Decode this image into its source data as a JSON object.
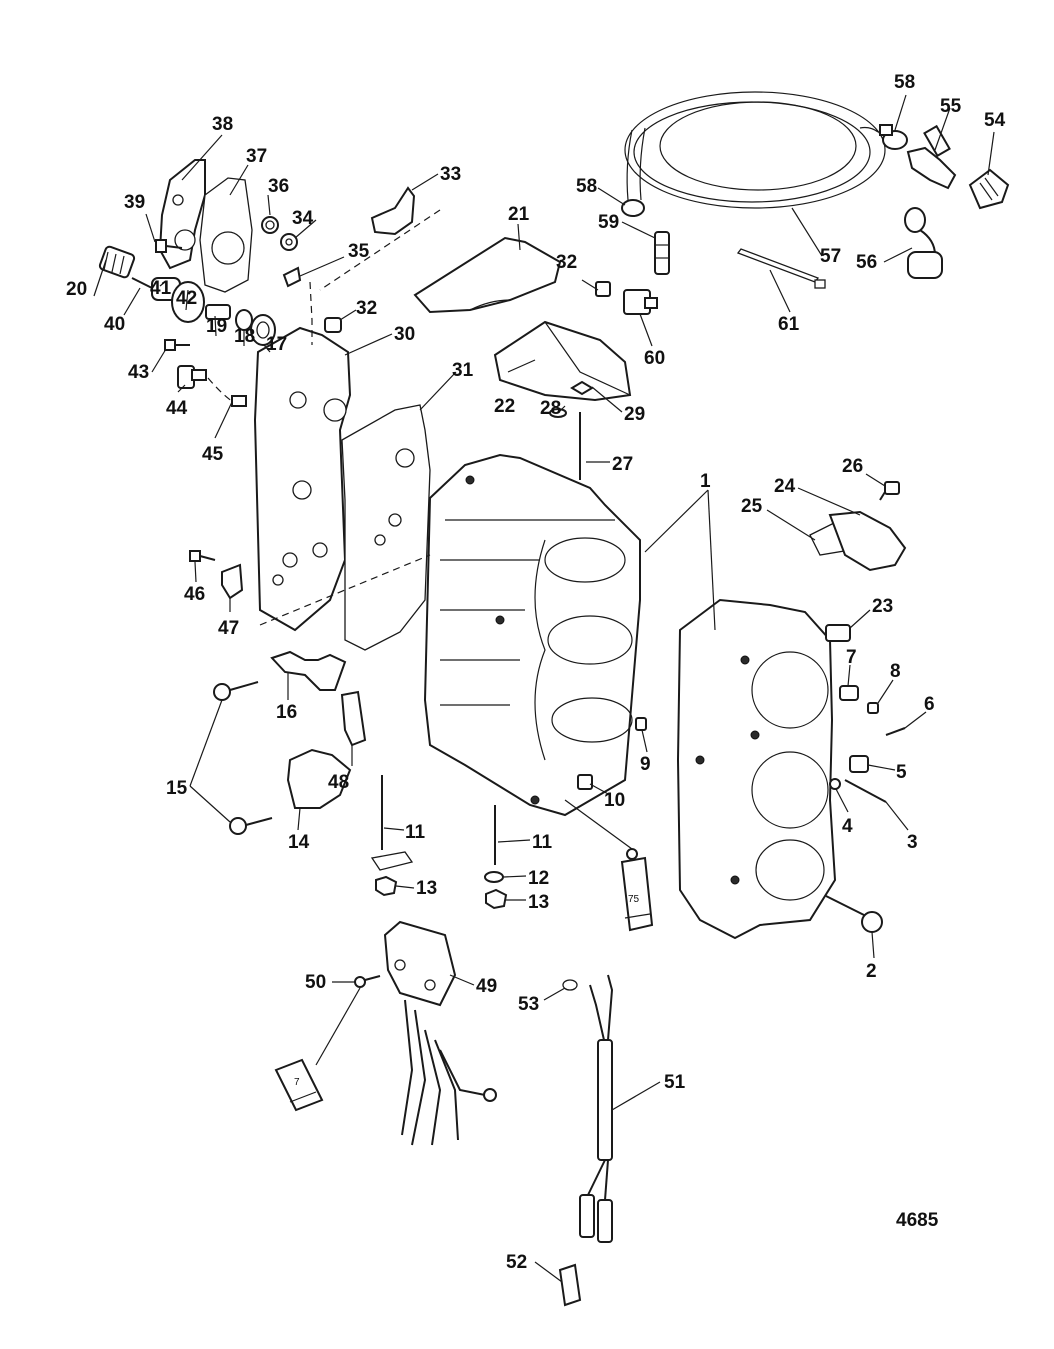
{
  "figure_number": "4685",
  "tube_labels": {
    "sealant_75": "75",
    "sealant_7": "7"
  },
  "callouts": [
    {
      "id": "c1",
      "text": "1"
    },
    {
      "id": "c2",
      "text": "2"
    },
    {
      "id": "c3",
      "text": "3"
    },
    {
      "id": "c4",
      "text": "4"
    },
    {
      "id": "c5",
      "text": "5"
    },
    {
      "id": "c6",
      "text": "6"
    },
    {
      "id": "c7",
      "text": "7"
    },
    {
      "id": "c8",
      "text": "8"
    },
    {
      "id": "c9",
      "text": "9"
    },
    {
      "id": "c10",
      "text": "10"
    },
    {
      "id": "c11a",
      "text": "11"
    },
    {
      "id": "c11b",
      "text": "11"
    },
    {
      "id": "c12",
      "text": "12"
    },
    {
      "id": "c13a",
      "text": "13"
    },
    {
      "id": "c13b",
      "text": "13"
    },
    {
      "id": "c14",
      "text": "14"
    },
    {
      "id": "c15",
      "text": "15"
    },
    {
      "id": "c16",
      "text": "16"
    },
    {
      "id": "c17",
      "text": "17"
    },
    {
      "id": "c18",
      "text": "18"
    },
    {
      "id": "c19",
      "text": "19"
    },
    {
      "id": "c20",
      "text": "20"
    },
    {
      "id": "c21",
      "text": "21"
    },
    {
      "id": "c22",
      "text": "22"
    },
    {
      "id": "c23",
      "text": "23"
    },
    {
      "id": "c24",
      "text": "24"
    },
    {
      "id": "c25",
      "text": "25"
    },
    {
      "id": "c26",
      "text": "26"
    },
    {
      "id": "c27",
      "text": "27"
    },
    {
      "id": "c28",
      "text": "28"
    },
    {
      "id": "c29",
      "text": "29"
    },
    {
      "id": "c30",
      "text": "30"
    },
    {
      "id": "c31",
      "text": "31"
    },
    {
      "id": "c32a",
      "text": "32"
    },
    {
      "id": "c32b",
      "text": "32"
    },
    {
      "id": "c33",
      "text": "33"
    },
    {
      "id": "c34",
      "text": "34"
    },
    {
      "id": "c35",
      "text": "35"
    },
    {
      "id": "c36",
      "text": "36"
    },
    {
      "id": "c37",
      "text": "37"
    },
    {
      "id": "c38",
      "text": "38"
    },
    {
      "id": "c39",
      "text": "39"
    },
    {
      "id": "c40",
      "text": "40"
    },
    {
      "id": "c41",
      "text": "41"
    },
    {
      "id": "c42",
      "text": "42"
    },
    {
      "id": "c43",
      "text": "43"
    },
    {
      "id": "c44",
      "text": "44"
    },
    {
      "id": "c45",
      "text": "45"
    },
    {
      "id": "c46",
      "text": "46"
    },
    {
      "id": "c47",
      "text": "47"
    },
    {
      "id": "c48",
      "text": "48"
    },
    {
      "id": "c49",
      "text": "49"
    },
    {
      "id": "c50",
      "text": "50"
    },
    {
      "id": "c51",
      "text": "51"
    },
    {
      "id": "c52",
      "text": "52"
    },
    {
      "id": "c53",
      "text": "53"
    },
    {
      "id": "c54",
      "text": "54"
    },
    {
      "id": "c55",
      "text": "55"
    },
    {
      "id": "c56",
      "text": "56"
    },
    {
      "id": "c57",
      "text": "57"
    },
    {
      "id": "c58a",
      "text": "58"
    },
    {
      "id": "c58b",
      "text": "58"
    },
    {
      "id": "c59",
      "text": "59"
    },
    {
      "id": "c60",
      "text": "60"
    },
    {
      "id": "c61",
      "text": "61"
    }
  ]
}
